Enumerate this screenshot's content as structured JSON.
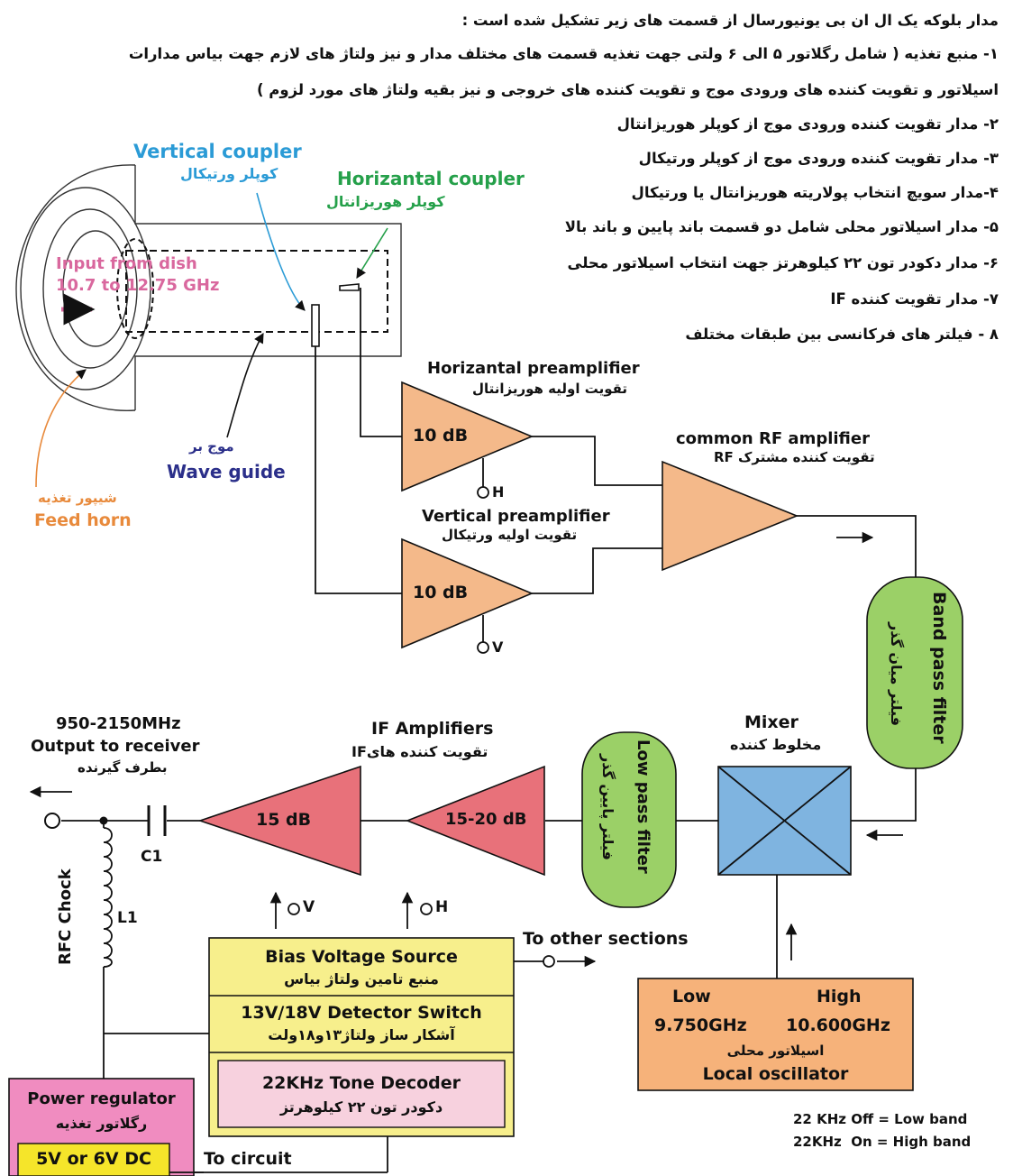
{
  "intro": {
    "heading": "مدار بلوکه یک ال ان بی یونیورسال از قسمت های زیر تشکیل شده است :",
    "items": [
      "۱- منبع تغذیه ( شامل رگلاتور ۵ الی ۶ ولتی جهت تغذیه قسمت های مختلف مدار و نیز ولتاژ های لازم جهت بیاس مدارات",
      "اسیلاتور و تقویت کننده های ورودی موج و تقویت کننده های خروجی و نیز بقیه ولتاژ های مورد لزوم )",
      "۲- مدار تقویت کننده ورودی موج از کوپلر هوریزانتال",
      "۳- مدار تقویت کننده ورودی موج از کوپلر ورتیکال",
      "۴-مدار سویچ انتخاب پولاریته هوریزانتال یا ورتیکال",
      "۵- مدار اسیلاتور محلی شامل دو قسمت باند پایین و باند بالا",
      "۶- مدار دکودر تون ۲۲ کیلوهرتز جهت انتخاب اسیلاتور محلی",
      "۷- مدار تقویت کننده IF",
      "۸ - فیلتر های فرکانسی بین طبقات مختلف"
    ]
  },
  "labels": {
    "vertical_coupler_en": "Vertical coupler",
    "vertical_coupler_fa": "کوپلر ورتیکال",
    "horizontal_coupler_en": "Horizantal coupler",
    "horizontal_coupler_fa": "کوپلر هوریزانتال",
    "input_line1": "Input from dish",
    "input_line2": "10.7 to 12.75 GHz",
    "waveguide_fa": "موج بر",
    "waveguide_en": "Wave guide",
    "feedhorn_fa": "شیپور تغذیه",
    "feedhorn_en": "Feed horn",
    "h_pre_en": "Horizantal preamplifier",
    "h_pre_fa": "تقویت اولیه هوریزانتال",
    "h_pre_gain": "10 dB",
    "h_pre_bias": "H",
    "v_pre_en": "Vertical preamplifier",
    "v_pre_fa": "تقویت اولیه ورتیکال",
    "v_pre_gain": "10 dB",
    "v_pre_bias": "V",
    "rf_en": "common RF amplifier",
    "rf_fa": "تقویت کننده مشترک RF",
    "bpf_en": "Band pass filter",
    "bpf_fa": "فیلتر میان گذر",
    "mixer_en": "Mixer",
    "mixer_fa": "مخلوط کننده",
    "lpf_en": "Low pass filter",
    "lpf_fa": "فیلتر پایین گذر",
    "if_en": "IF Amplifiers",
    "if_fa": "تقویت کننده هایIF",
    "if_gain1": "15 dB",
    "if_gain2": "15-20 dB",
    "out_freq": "950-2150MHz",
    "out_label": "Output to receiver",
    "out_fa": "بطرف گیرنده",
    "c1": "C1",
    "l1": "L1",
    "rfc": "RFC Chock",
    "bias_v": "V",
    "bias_h": "H",
    "bias_en": "Bias Voltage Source",
    "bias_fa": "منبع تامین ولتاژ بیاس",
    "to_other": "To other sections",
    "det_en": "13V/18V Detector Switch",
    "det_fa": "آشکار ساز ولتاژ۱۳و۱۸ولت",
    "tone_en": "22KHz Tone Decoder",
    "tone_fa": "دکودر تون ۲۲ کیلوهرتز",
    "lo_low": "Low",
    "lo_high": "High",
    "lo_low_f": "9.750GHz",
    "lo_high_f": "10.600GHz",
    "lo_fa": "اسیلاتور محلی",
    "lo_en": "Local oscillator",
    "band_low": "22 KHz Off = Low band",
    "band_high": "22KHz  On = High band",
    "pr_en": "Power regulator",
    "pr_fa": "رگلاتور تغذیه",
    "pr_dc": "5V or 6V DC",
    "to_circuit": "To circuit"
  },
  "colors": {
    "preamp": "#f4b98a",
    "if_amp": "#e8717a",
    "filter": "#9bd067",
    "mixer": "#7fb4e0",
    "bias": "#f7ef8c",
    "tone": "#f7d1de",
    "lo": "#f6b27a",
    "power": "#f08cc0",
    "dc": "#f5e52a",
    "input_text": "#d9689e",
    "vcoupler": "#2b9bd6",
    "hcoupler": "#25a04a",
    "waveguide": "#2b2f8a",
    "feedhorn": "#e88a3c"
  }
}
